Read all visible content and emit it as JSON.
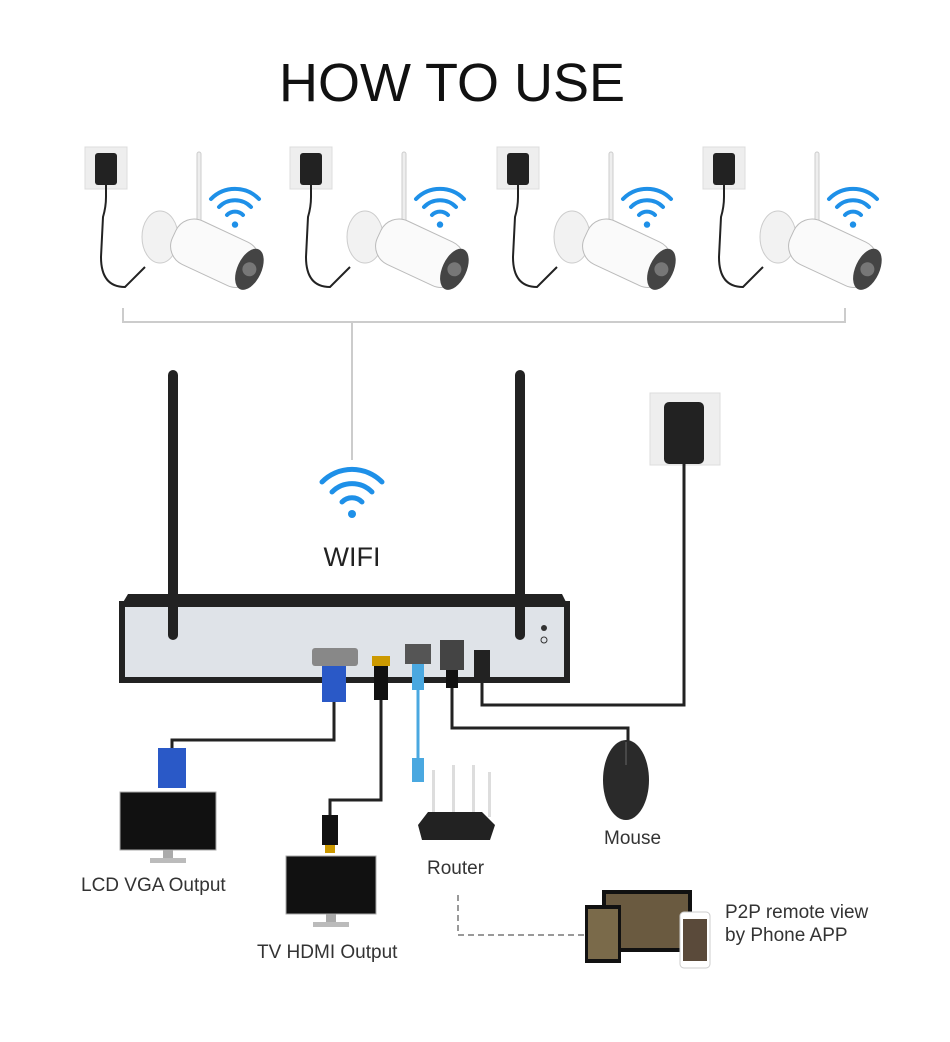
{
  "title": "HOW TO USE",
  "wifi_label": "WIFI",
  "labels": {
    "lcd": "LCD VGA Output",
    "tv": "TV HDMI Output",
    "router": "Router",
    "mouse": "Mouse",
    "p2p_line1": "P2P remote view",
    "p2p_line2": "by Phone APP"
  },
  "colors": {
    "wifi": "#1e90e8",
    "nvr_face": "#dfe3e8",
    "cable": "#222222",
    "vga_blue": "#2a59c7"
  },
  "camera_count": 4
}
